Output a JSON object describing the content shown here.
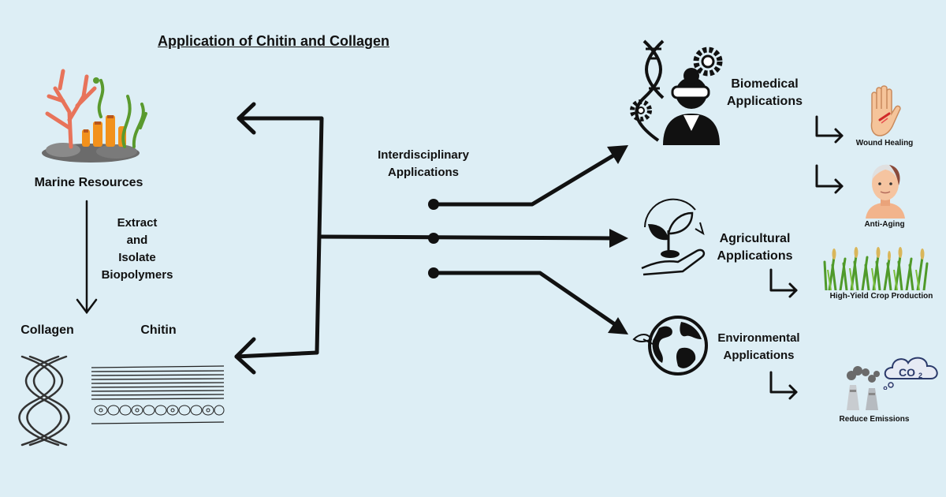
{
  "title": "Application of Chitin and Collagen",
  "left": {
    "marine_label": "Marine Resources",
    "extract_lines": [
      "Extract",
      "and",
      "Isolate",
      "Biopolymers"
    ],
    "collagen_label": "Collagen",
    "chitin_label": "Chitin"
  },
  "center": {
    "interdisciplinary_lines": [
      "Interdisciplinary",
      "Applications"
    ]
  },
  "branches": {
    "biomedical_lines": [
      "Biomedical",
      "Applications"
    ],
    "agricultural_lines": [
      "Agricultural",
      "Applications"
    ],
    "environmental_lines": [
      "Environmental",
      "Applications"
    ]
  },
  "outcomes": {
    "wound_healing": "Wound Healing",
    "anti_aging": "Anti-Aging",
    "crop": "High-Yield Crop Production",
    "emissions": "Reduce Emissions",
    "co2_text": "CO",
    "co2_sub": "2"
  },
  "icons": {
    "coral": "coral-reef-icon",
    "collagen": "collagen-helix-icon",
    "chitin": "chitin-tissue-icon",
    "scientist": "scientist-dna-gears-icon",
    "plant": "plant-in-hand-icon",
    "globe": "earth-globe-icon",
    "hand": "injured-hand-icon",
    "face": "aging-face-icon",
    "grass": "rice-crop-icon",
    "factory": "factory-smoke-icon",
    "cloud": "co2-cloud-icon"
  },
  "colors": {
    "background": "#ddeef5",
    "arrow": "#111111",
    "coral_red": "#e8735a",
    "coral_orange": "#f2911c",
    "seaweed": "#5a9a2e"
  }
}
